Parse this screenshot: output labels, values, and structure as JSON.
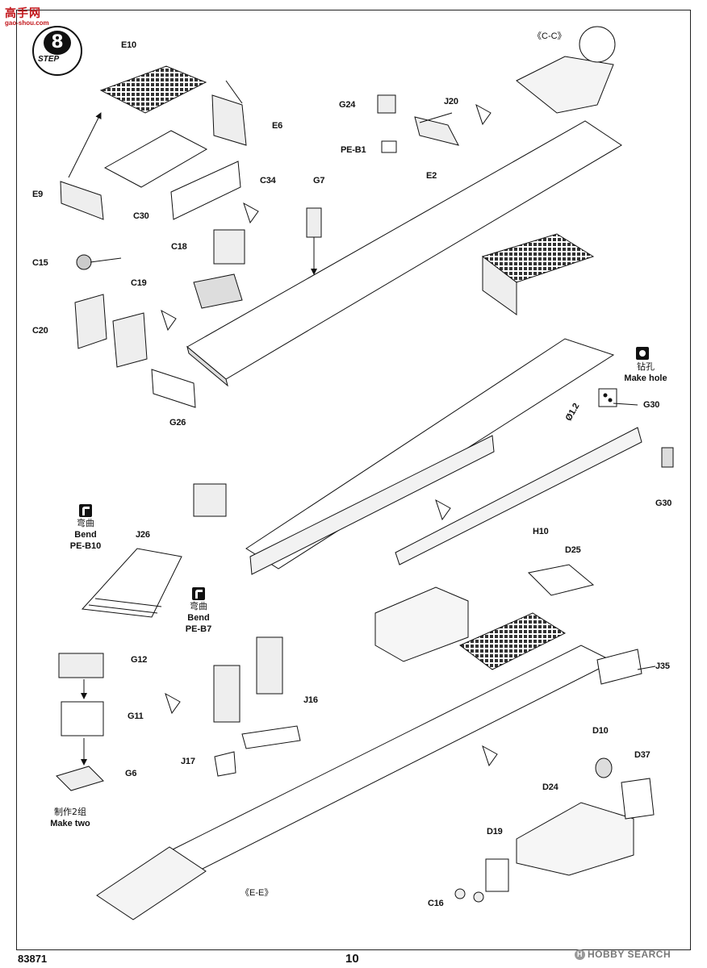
{
  "watermark": {
    "brand": "高手网",
    "url": "gao-shou.com"
  },
  "step": {
    "word": "STEP",
    "number": "8"
  },
  "section_labels": {
    "cc": "《C-C》",
    "ee": "《E-E》"
  },
  "parts": {
    "E10": "E10",
    "E6": "E6",
    "E9": "E9",
    "C30": "C30",
    "C34": "C34",
    "G24": "G24",
    "J20": "J20",
    "PE_B1": "PE-B1",
    "E2": "E2",
    "G7": "G7",
    "C18": "C18",
    "C15": "C15",
    "C19": "C19",
    "C20": "C20",
    "G26": "G26",
    "G30a": "G30",
    "G30b": "G30",
    "H10": "H10",
    "J26": "J26",
    "D25": "D25",
    "J35": "J35",
    "G12": "G12",
    "G11": "G11",
    "G6": "G6",
    "J16": "J16",
    "J17": "J17",
    "D10": "D10",
    "D37": "D37",
    "D24": "D24",
    "D19": "D19",
    "C16": "C16"
  },
  "annotations": {
    "drill": {
      "cn": "钻孔",
      "en": "Make hole",
      "dia": "Ø1.2"
    },
    "bend1": {
      "cn": "弯曲",
      "en": "Bend",
      "part": "PE-B10"
    },
    "bend2": {
      "cn": "弯曲",
      "en": "Bend",
      "part": "PE-B7"
    },
    "make_two": {
      "cn": "制作2组",
      "en": "Make two"
    }
  },
  "footer": {
    "code": "83871",
    "page": "10",
    "source": "HOBBY SEARCH"
  },
  "colors": {
    "ink": "#111111",
    "watermark": "#c2161b"
  }
}
